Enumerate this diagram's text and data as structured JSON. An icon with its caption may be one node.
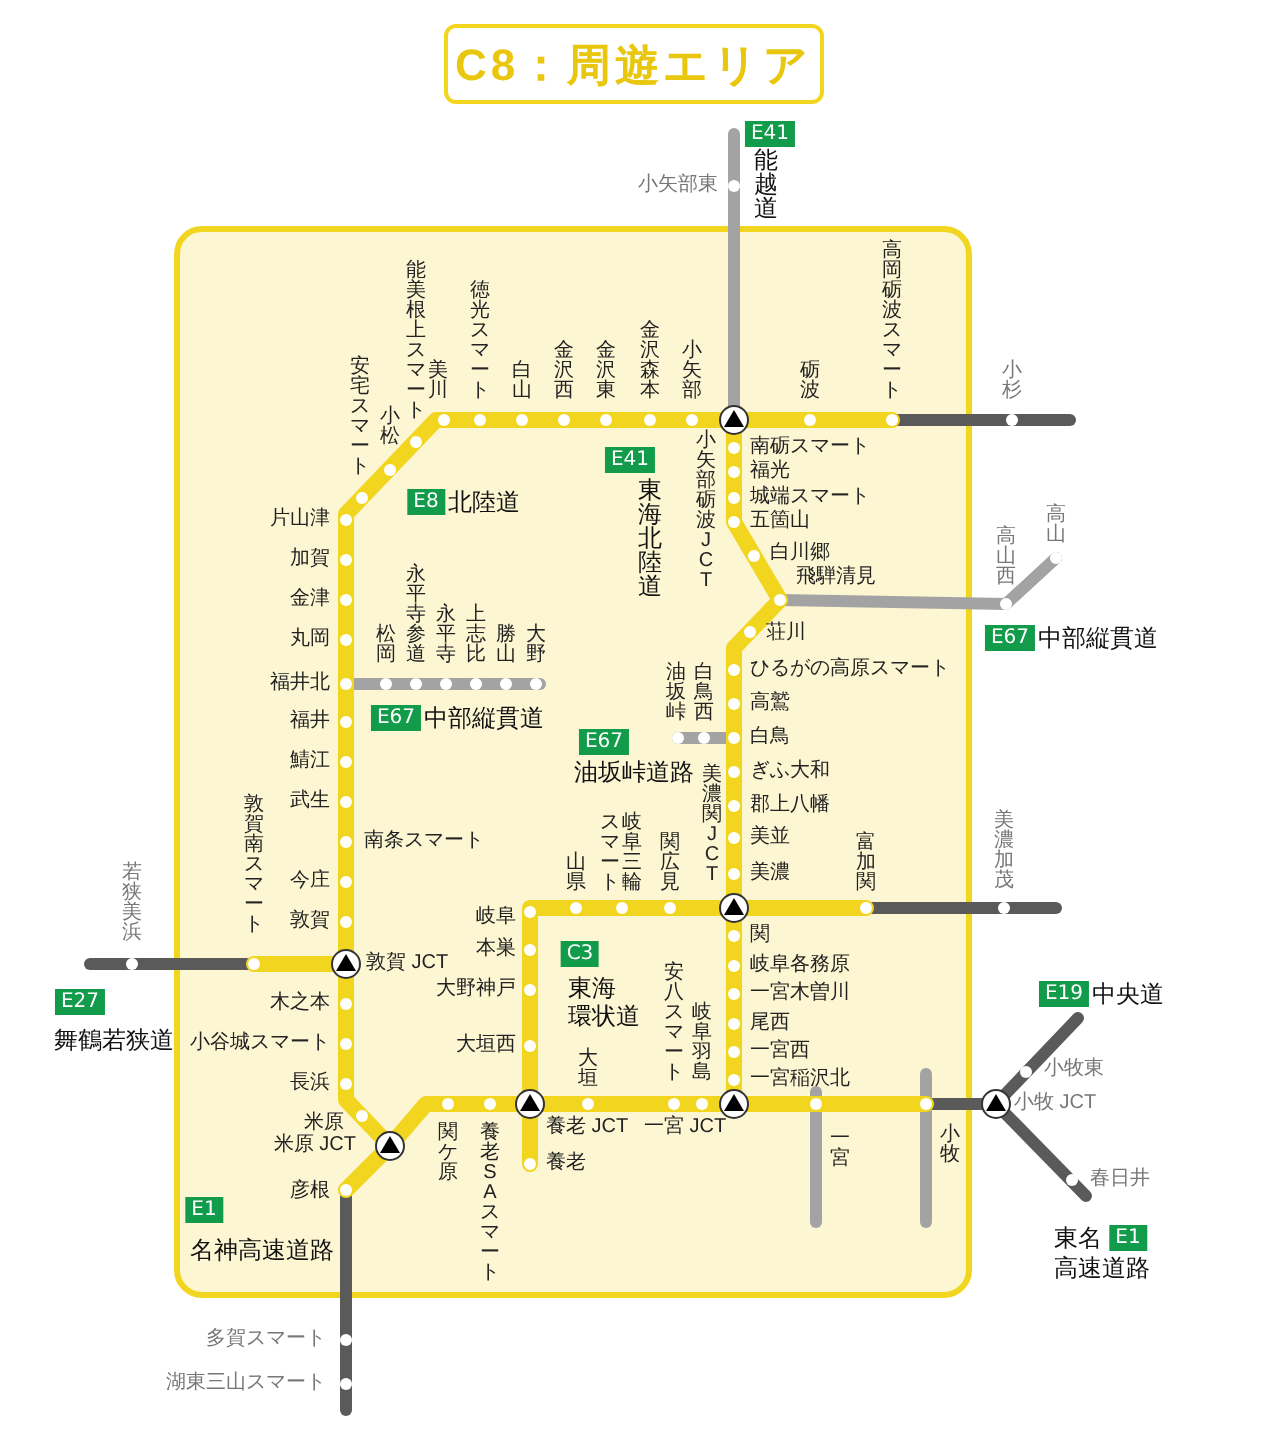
{
  "diagram": {
    "title": "C8：周遊エリア",
    "labels": [
      "E41",
      "能越道",
      "小矢部東",
      "高岡砺波スマート",
      "能美根上スマート",
      "徳光スマート",
      "美川",
      "白山",
      "金沢西",
      "金沢東",
      "金沢森本",
      "小矢部",
      "砺波",
      "小杉",
      "安宅スマート",
      "小松",
      "E41",
      "東海北陸道",
      "小矢部砺波JCT",
      "南砺スマート",
      "福光",
      "城端スマート",
      "五箇山",
      "E8",
      "北陸道",
      "片山津",
      "高山",
      "白川郷",
      "加賀",
      "飛騨清見",
      "高山西",
      "金津",
      "松岡",
      "永平寺参道",
      "永平寺",
      "上志比",
      "勝山",
      "大野",
      "荘川",
      "E67",
      "中部縦貫道",
      "丸岡",
      "油坂峠",
      "白鳥西",
      "ひるがの高原スマート",
      "福井北",
      "高鷲",
      "E67",
      "中部縦貫道",
      "福井",
      "白鳥",
      "E67",
      "鯖江",
      "油坂峠道路",
      "ぎふ大和",
      "美濃関JCT",
      "武生",
      "郡上八幡",
      "岐阜三輪",
      "スマート",
      "敦賀南スマート",
      "美並",
      "南条スマート",
      "山県",
      "関広見",
      "富加関",
      "美濃加茂",
      "若狭美浜",
      "美濃",
      "今庄",
      "岐阜",
      "敦賀",
      "関",
      "C3",
      "本巣",
      "敦賀 JCT",
      "岐阜各務原",
      "東海",
      "大野神戸",
      "安八スマート",
      "一宮木曽川",
      "E19",
      "中央道",
      "E27",
      "岐阜羽島",
      "木之本",
      "環状道",
      "尾西",
      "舞鶴若狭道",
      "小谷城スマート",
      "大垣西",
      "一宮西",
      "大垣",
      "小牧東",
      "一宮稲沢北",
      "長浜",
      "小牧 JCT",
      "米原",
      "養老 JCT",
      "一宮 JCT",
      "関ケ原",
      "養老SAスマート",
      "一宮",
      "小牧",
      "米原 JCT",
      "養老",
      "春日井",
      "彦根",
      "E1",
      "東名",
      "E1",
      "名神高速道路",
      "高速道路",
      "多賀スマート",
      "湖東三山スマート"
    ]
  }
}
